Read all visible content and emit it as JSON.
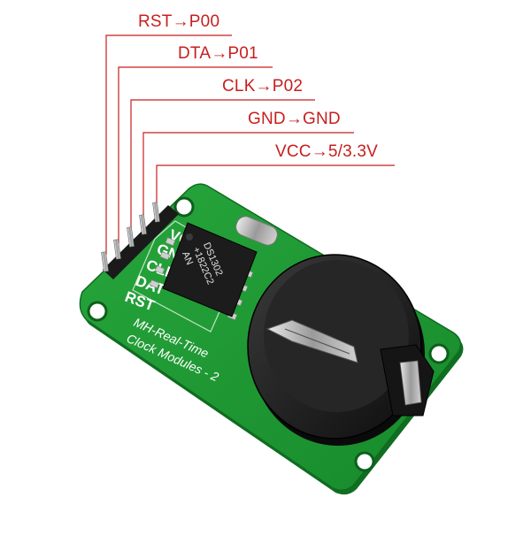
{
  "pin_labels": {
    "rst": "RST→P00",
    "dta": "DTA→P01",
    "clk": "CLK→P02",
    "gnd": "GND→GND",
    "vcc": "VCC→5/3.3V"
  },
  "board": {
    "silk_line1": "MH-Real-Time",
    "silk_line2": "Clock Modules - 2",
    "pin_silk": [
      "VCC",
      "GND",
      "CLK",
      "DAT",
      "RST"
    ],
    "chip_line1": "DS1302",
    "chip_line2": "+1822C2",
    "chip_line3": "AN",
    "board_color": "#1f9a34",
    "label_color": "#c81e1e"
  }
}
